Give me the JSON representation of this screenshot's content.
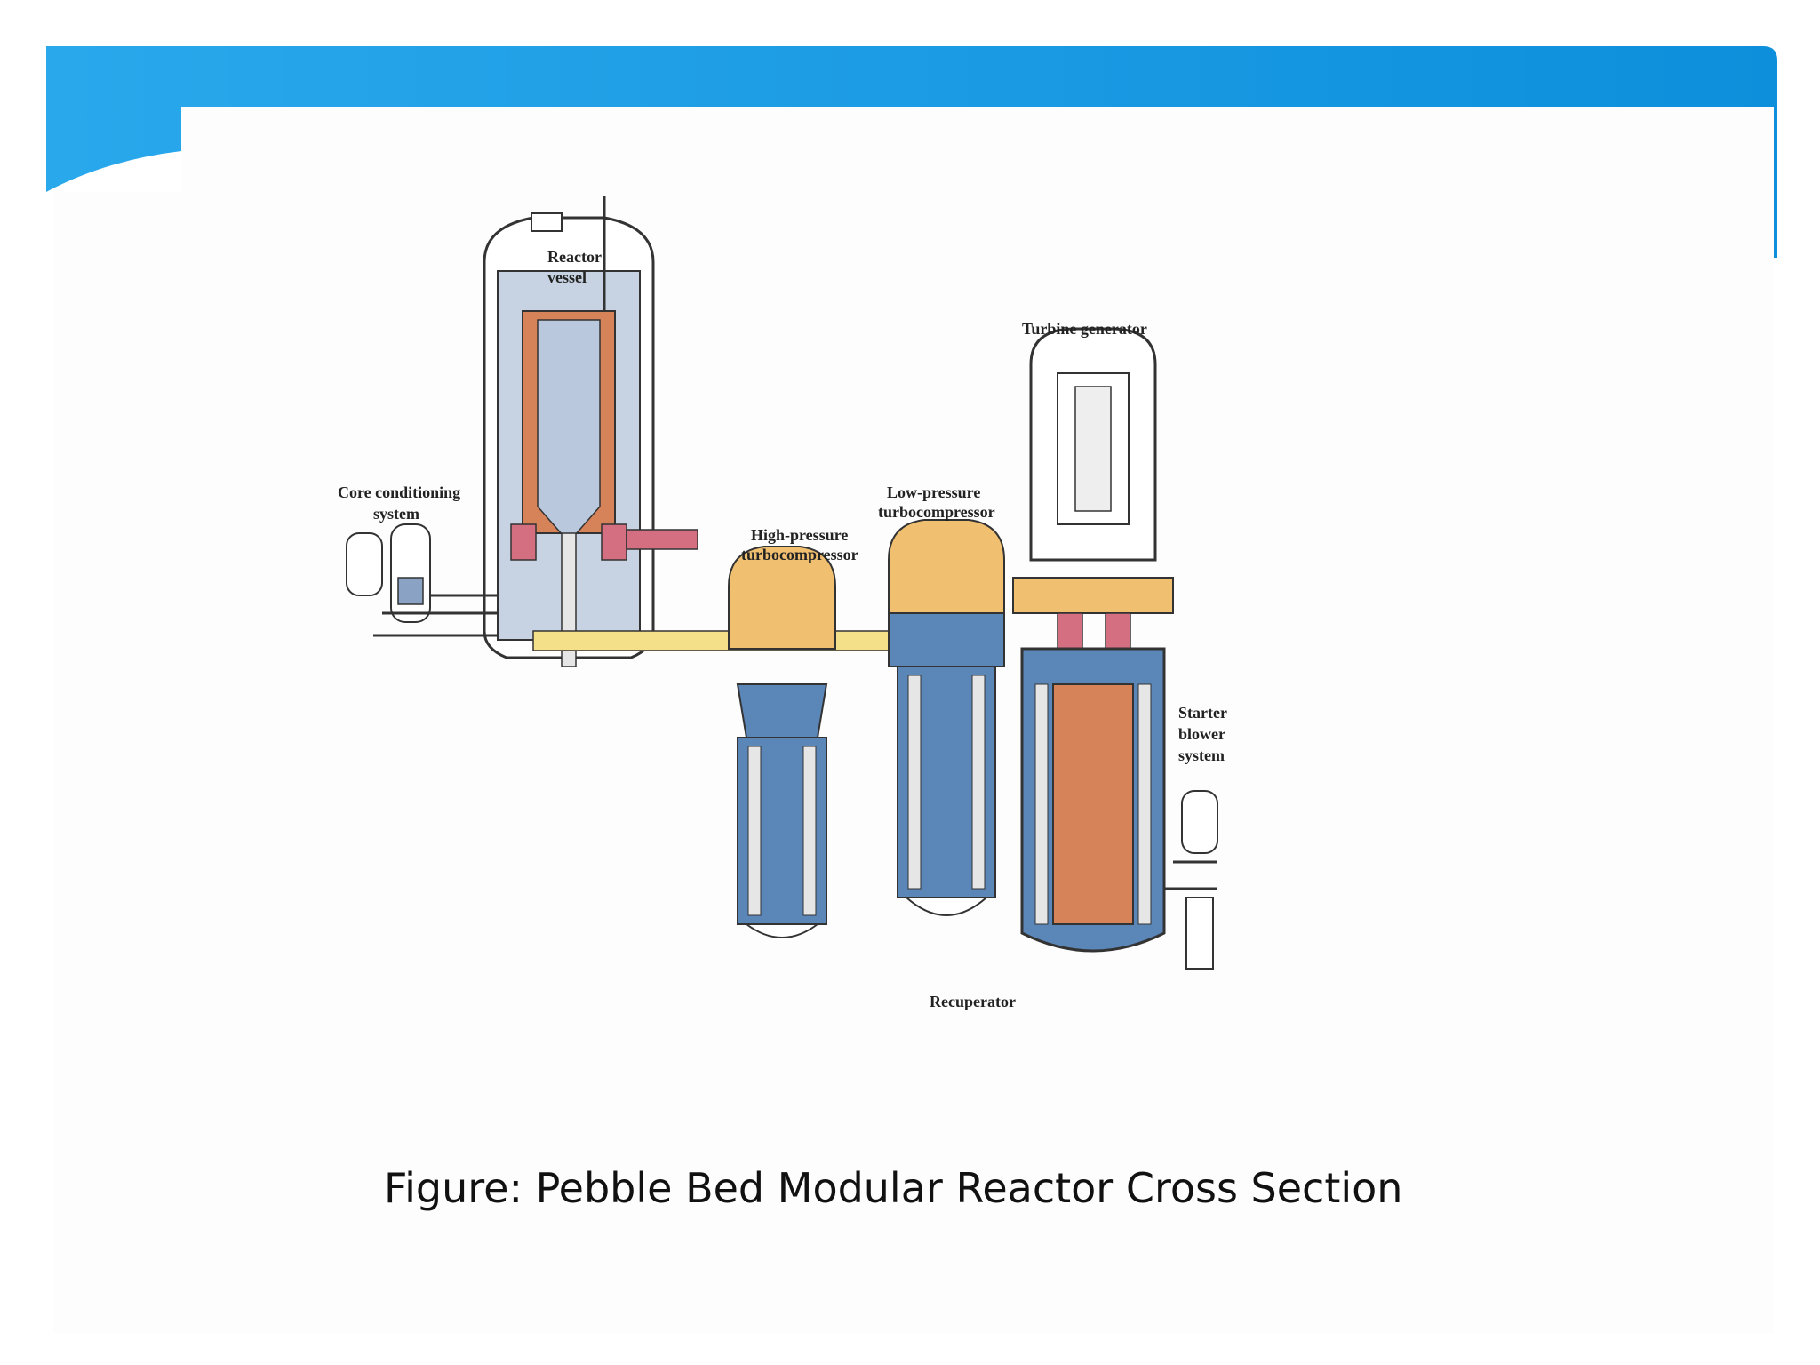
{
  "theme": {
    "header_color": "#0d97e0",
    "header_color_light": "#2aa8ec",
    "panel_color": "#fdfdfd",
    "hot_gas_color": "#d7835a",
    "cold_gas_color": "#5b86b8",
    "mid_gas_color": "#f0c070",
    "core_color": "#b8c8dc"
  },
  "diagram": {
    "labels": {
      "reactor_vessel_line1": "Reactor",
      "reactor_vessel_line2": "vessel",
      "core_conditioning_line1": "Core conditioning",
      "core_conditioning_line2": "system",
      "hp_line1": "High-pressure",
      "hp_line2": "turbocompressor",
      "lp_line1": "Low-pressure",
      "lp_line2": "turbocompressor",
      "turbine_generator": "Turbine generator",
      "starter_line1": "Starter",
      "starter_line2": "blower",
      "starter_line3": "system",
      "recuperator": "Recuperator"
    }
  },
  "caption": "Figure: Pebble Bed Modular Reactor Cross Section"
}
